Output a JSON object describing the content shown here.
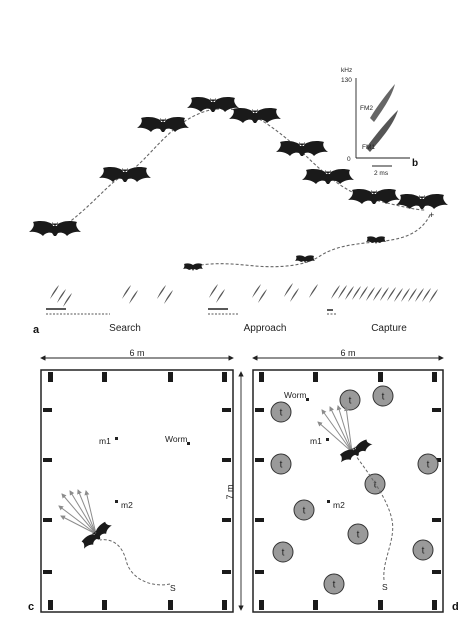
{
  "panels": {
    "a": "a",
    "b": "b",
    "c": "c",
    "d": "d"
  },
  "phases": {
    "search": "Search",
    "approach": "Approach",
    "capture": "Capture"
  },
  "spectrogram": {
    "unit": "kHz",
    "y_max": "130",
    "y_min": "0",
    "fm1": "FM1",
    "fm2": "FM2",
    "x_scale": "2 ms"
  },
  "room_c": {
    "width": "6 m",
    "m1": "m1",
    "m2": "m2",
    "worm": "Worm",
    "start": "S"
  },
  "room_d": {
    "width": "6 m",
    "height": "7 m",
    "m1": "m1",
    "m2": "m2",
    "worm": "Worm",
    "start": "S",
    "target_label": "t",
    "target_count": 11
  },
  "colors": {
    "ink": "#222222",
    "bat": "#1a1a1a",
    "target_fill": "#9a9a9a",
    "beam": "#8c8c8c"
  }
}
